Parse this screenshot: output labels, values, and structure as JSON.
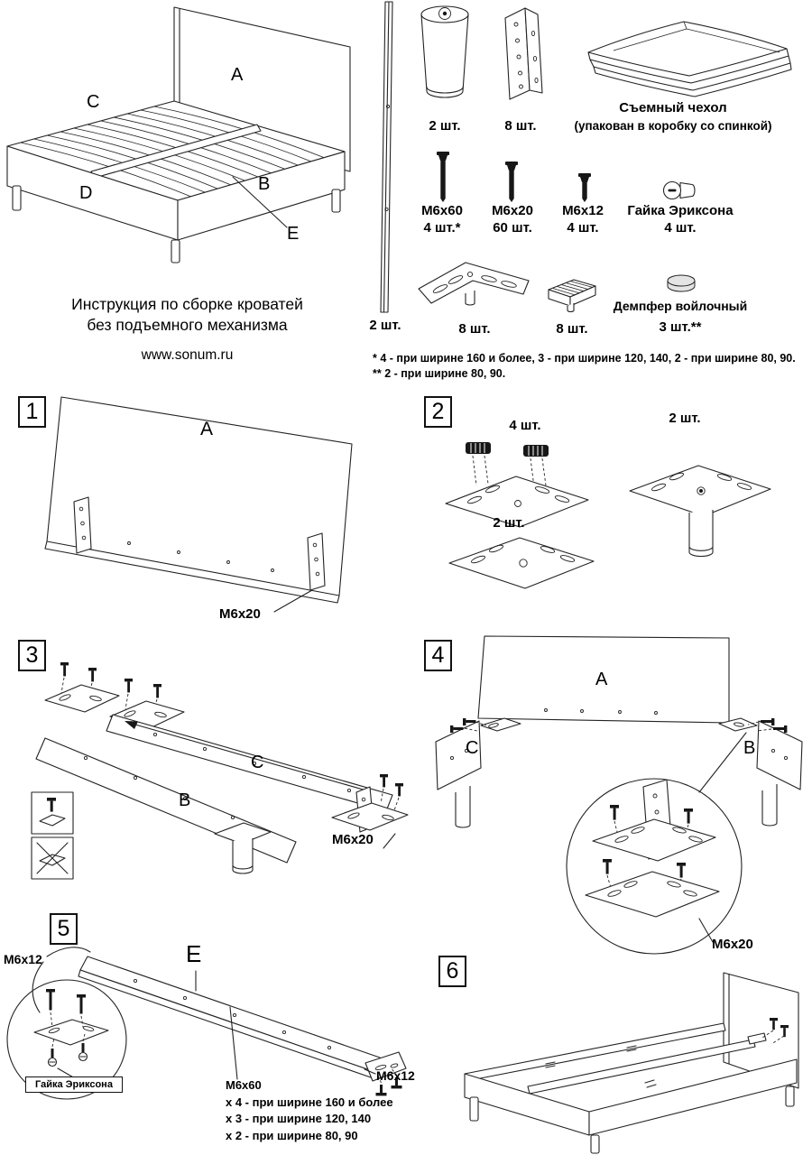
{
  "header": {
    "title_line1": "Инструкция по сборке кроватей",
    "title_line2": "без подъемного механизма",
    "website": "www.sonum.ru"
  },
  "overview_labels": {
    "a": "A",
    "b": "B",
    "c": "C",
    "d": "D",
    "e": "E"
  },
  "parts": {
    "slat_qty": "2 шт.",
    "leg_qty": "2 шт.",
    "angle_bracket_qty": "8 шт.",
    "cover_name": "Съемный чехол",
    "cover_note": "(упакован в коробку со спинкой)",
    "bolt_m6x60_name": "М6х60",
    "bolt_m6x60_qty": "4 шт.*",
    "bolt_m6x20_name": "М6х20",
    "bolt_m6x20_qty": "60 шт.",
    "bolt_m6x12_name": "М6х12",
    "bolt_m6x12_qty": "4 шт.",
    "erikson_nut_name": "Гайка Эриксона",
    "erikson_nut_qty": "4 шт.",
    "corner_bracket_qty": "8 шт.",
    "slat_holder_qty": "8 шт.",
    "felt_damper_name": "Демпфер войлочный",
    "felt_damper_qty": "3 шт.**",
    "footnote1": "* 4 - при ширине 160 и более, 3 - при ширине 120, 140, 2 - при ширине 80, 90.",
    "footnote2": "** 2 - при ширине 80, 90."
  },
  "step1": {
    "num": "1",
    "label_a": "A",
    "bolt_label": "М6х20"
  },
  "step2": {
    "num": "2",
    "qty_top": "4 шт.",
    "qty_right": "2 шт.",
    "qty_bottom": "2 шт."
  },
  "step3": {
    "num": "3",
    "label_b": "B",
    "label_c": "C",
    "bolt_label": "М6х20"
  },
  "step4": {
    "num": "4",
    "label_a": "A",
    "label_b": "B",
    "label_c": "C",
    "bolt_label": "М6х20"
  },
  "step5": {
    "num": "5",
    "label_e": "E",
    "bolt_m6x12_top": "М6х12",
    "bolt_m6x12_right": "М6х12",
    "nut_label": "Гайка Эриксона",
    "note_title": "М6х60",
    "note_line1": "x 4 - при ширине 160 и более",
    "note_line2": "x 3 - при ширине 120, 140",
    "note_line3": "x 2 - при ширине 80, 90"
  },
  "step6": {
    "num": "6"
  }
}
